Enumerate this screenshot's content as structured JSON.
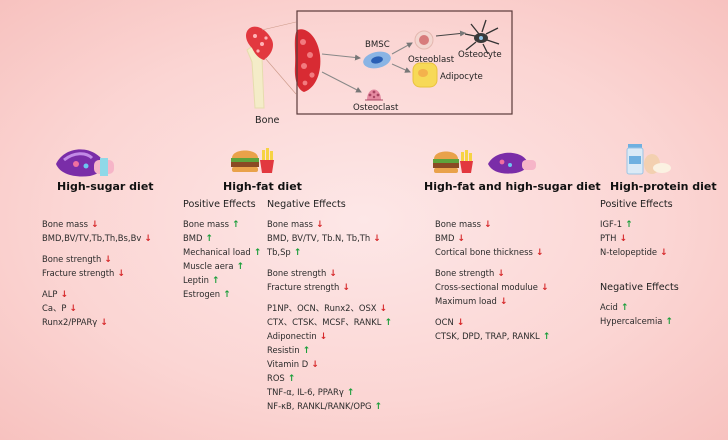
{
  "colors": {
    "up": "#1a9e3a",
    "down": "#d6282a",
    "box_border": "#5a3a3a"
  },
  "diagram": {
    "bone_label": "Bone",
    "bmsc_label": "BMSC",
    "osteoblast_label": "Osteoblast",
    "osteocyte_label": "Osteocyte",
    "adipocyte_label": "Adipocyte",
    "osteoclast_label": "Osteoclast"
  },
  "diets": {
    "high_sugar": {
      "title": "High-sugar diet",
      "groups": [
        [
          {
            "t": "Bone mass",
            "d": "down"
          },
          {
            "t": "BMD,BV/TV,Tb,Th,Bs,Bv",
            "d": "down"
          }
        ],
        [
          {
            "t": "Bone strength",
            "d": "down"
          },
          {
            "t": "Fracture strength",
            "d": "down"
          }
        ],
        [
          {
            "t": "ALP",
            "d": "down"
          },
          {
            "t": "Ca、P",
            "d": "down"
          },
          {
            "t": "Runx2/PPARγ",
            "d": "down"
          }
        ]
      ]
    },
    "high_fat": {
      "title": "High-fat diet",
      "positive_title": "Positive Effects",
      "negative_title": "Negative Effects",
      "positive": [
        {
          "t": "Bone mass",
          "d": "up"
        },
        {
          "t": "BMD",
          "d": "up"
        },
        {
          "t": "Mechanical load",
          "d": "up"
        },
        {
          "t": "Muscle aera",
          "d": "up"
        },
        {
          "t": "Leptin",
          "d": "up"
        },
        {
          "t": "Estrogen",
          "d": "up"
        }
      ],
      "negative_groups": [
        [
          {
            "t": "Bone mass",
            "d": "down"
          },
          {
            "t": "BMD, BV/TV, Tb.N, Tb,Th",
            "d": "down"
          },
          {
            "t": "Tb,Sp",
            "d": "up"
          }
        ],
        [
          {
            "t": "Bone strength",
            "d": "down"
          },
          {
            "t": "Fracture strength",
            "d": "down"
          }
        ],
        [
          {
            "t": "P1NP、OCN、Runx2、OSX",
            "d": "down"
          },
          {
            "t": "CTX、CTSK、MCSF、RANKL",
            "d": "up"
          },
          {
            "t": "Adiponectin",
            "d": "down"
          },
          {
            "t": "Resistin",
            "d": "up"
          },
          {
            "t": "Vitamin D",
            "d": "down"
          },
          {
            "t": "ROS",
            "d": "up"
          },
          {
            "t": "TNF-α, IL-6, PPARγ",
            "d": "up"
          },
          {
            "t": "NF-κB, RANKL/RANK/OPG",
            "d": "up"
          }
        ]
      ]
    },
    "high_fat_sugar": {
      "title": "High-fat and high-sugar diet",
      "groups": [
        [
          {
            "t": "Bone mass",
            "d": "down"
          },
          {
            "t": "BMD",
            "d": "down"
          },
          {
            "t": "Cortical bone thickness",
            "d": "down"
          }
        ],
        [
          {
            "t": "Bone strength",
            "d": "down"
          },
          {
            "t": "Cross-sectional modulue",
            "d": "down"
          },
          {
            "t": "Maximum load",
            "d": "down"
          }
        ],
        [
          {
            "t": "OCN",
            "d": "down"
          },
          {
            "t": "CTSK, DPD, TRAP, RANKL",
            "d": "up"
          }
        ]
      ]
    },
    "high_protein": {
      "title": "High-protein diet",
      "positive_title": "Positive Effects",
      "negative_title": "Negative Effects",
      "positive": [
        {
          "t": "IGF-1",
          "d": "up"
        },
        {
          "t": "PTH",
          "d": "down"
        },
        {
          "t": "N-telopeptide",
          "d": "down"
        }
      ],
      "negative": [
        {
          "t": "Acid",
          "d": "up"
        },
        {
          "t": "Hypercalcemia",
          "d": "up"
        }
      ]
    }
  }
}
